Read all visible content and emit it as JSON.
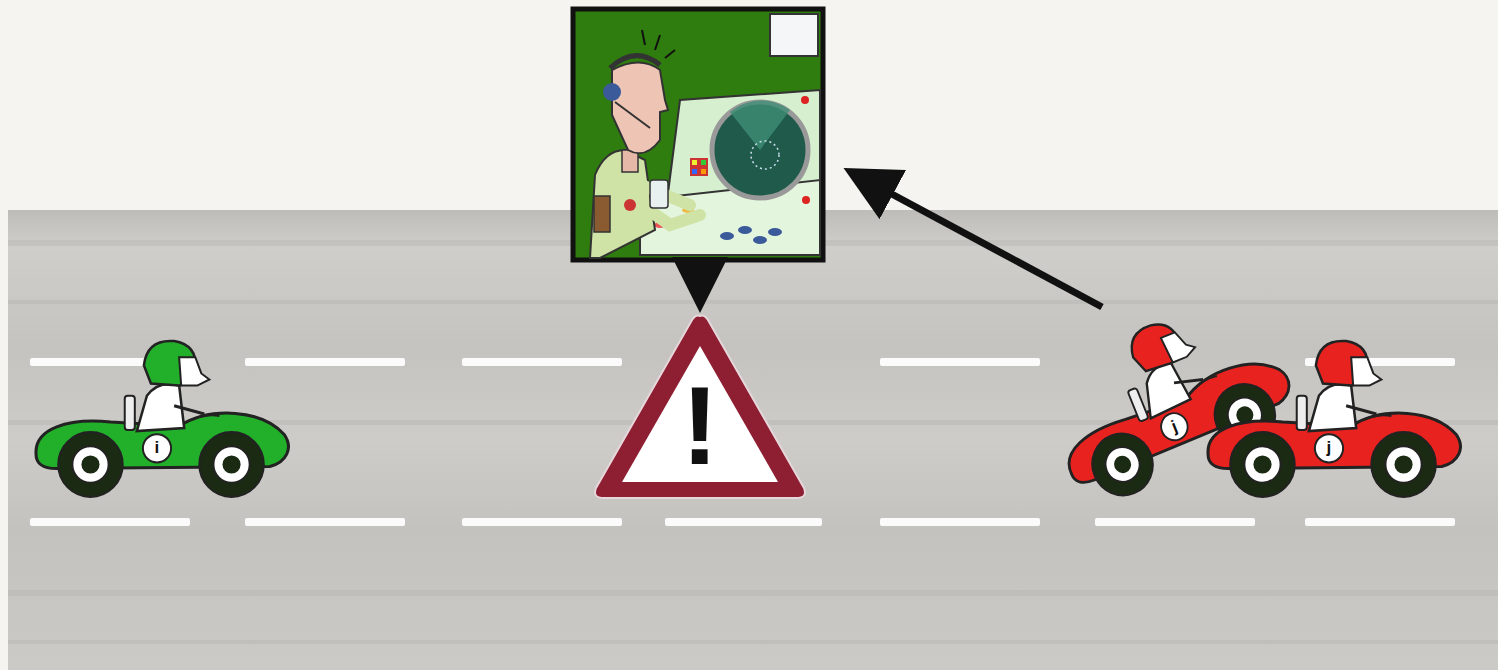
{
  "diagram": {
    "nodes": [
      {
        "text": [
          "i"
        ]
      },
      {
        "text": [
          "!"
        ]
      },
      {
        "text": [
          "j"
        ]
      },
      {
        "text": [
          "j"
        ]
      }
    ]
  }
}
